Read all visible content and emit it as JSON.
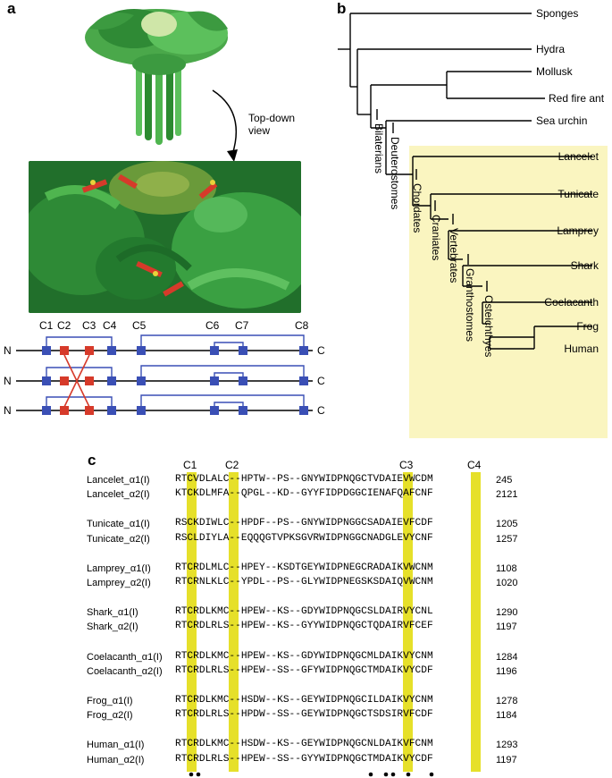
{
  "panels": {
    "a": "a",
    "b": "b",
    "c": "c"
  },
  "panel_a": {
    "arrow_label_line1": "Top-down",
    "arrow_label_line2": "view",
    "cys_labels": [
      "C1",
      "C2",
      "C3",
      "C4",
      "C5",
      "C6",
      "C7",
      "C8"
    ],
    "n_label": "N",
    "c_label": "C"
  },
  "panel_b": {
    "leaves": [
      "Sponges",
      "Hydra",
      "Mollusk",
      "Red fire ant",
      "Sea urchin",
      "Lancelet",
      "Tunicate",
      "Lamprey",
      "Shark",
      "Coelacanth",
      "Frog",
      "Human"
    ],
    "clades": [
      "Bilaterians",
      "Deuterostomes",
      "Chordates",
      "Craniates",
      "Vertebrates",
      "Granthostomes",
      "Osteichthyes"
    ],
    "highlight_color": "#faf5c0"
  },
  "panel_c": {
    "column_labels": [
      "C1",
      "C2",
      "C3",
      "C4"
    ],
    "highlight_color": "#e6e02a",
    "groups": [
      {
        "rows": [
          {
            "name": "Lancelet_α1(I)",
            "seq": "RTCVDLALC--HPTW--PS--GNYWIDPNQGCTVDAIEVWCDM",
            "num": "245"
          },
          {
            "name": "Lancelet_α2(I)",
            "seq": "KTCKDLMFA--QPGL--KD--GYYFIDPDGGCIENAFQAFCNF",
            "num": "2121"
          }
        ]
      },
      {
        "rows": [
          {
            "name": "Tunicate_α1(I)",
            "seq": "RSCKDIWLC--HPDF--PS--GNYWIDPNGGCSADAIEVFCDF",
            "num": "1205"
          },
          {
            "name": "Tunicate_α2(I)",
            "seq": "RSCLDIYLA--EQQQGTVPKSGVRWIDPNGGCNADGLEVYCNF",
            "num": "1257"
          }
        ]
      },
      {
        "rows": [
          {
            "name": "Lamprey_α1(I)",
            "seq": "RTCRDLMLC--HPEY--KSDTGEYWIDPNEGCRADAIKVWCNM",
            "num": "1108"
          },
          {
            "name": "Lamprey_α2(I)",
            "seq": "RTCRNLKLC--YPDL--PS--GLYWIDPNEGSKSDAIQVWCNM",
            "num": "1020"
          }
        ]
      },
      {
        "rows": [
          {
            "name": "Shark_α1(I)",
            "seq": "RTCRDLKMC--HPEW--KS--GDYWIDPNQGCSLDAIRVYCNL",
            "num": "1290"
          },
          {
            "name": "Shark_α2(I)",
            "seq": "RTCRDLRLS--HPEW--KS--GYYWIDPNQGCTQDAIRVFCEF",
            "num": "1197"
          }
        ]
      },
      {
        "rows": [
          {
            "name": "Coelacanth_α1(I)",
            "seq": "RTCRDLKMC--HPEW--KS--GDYWIDPNQGCMLDAIKVYCNM",
            "num": "1284"
          },
          {
            "name": "Coelacanth_α2(I)",
            "seq": "RTCRDLRLS--HPEW--SS--GFYWIDPNQGCTMDAIKVYCDF",
            "num": "1196"
          }
        ]
      },
      {
        "rows": [
          {
            "name": "Frog_α1(I)",
            "seq": "RTCRDLKMC--HSDW--KS--GEYWIDPNQGCILDAIKVYCNM",
            "num": "1278"
          },
          {
            "name": "Frog_α2(I)",
            "seq": "RTCRDLRLS--HPDW--SS--GEYWIDPNQGCTSDSIRVFCDF",
            "num": "1184"
          }
        ]
      },
      {
        "rows": [
          {
            "name": "Human_α1(I)",
            "seq": "RTCRDLKMC--HSDW--KS--GEYWIDPNQGCNLDAIKVFCNM",
            "num": "1293"
          },
          {
            "name": "Human_α2(I)",
            "seq": "RTCRDLRLS--HPEW--SS--GYYWIDPNQGCTMDAIKVYCDF",
            "num": "1197"
          }
        ]
      }
    ]
  }
}
